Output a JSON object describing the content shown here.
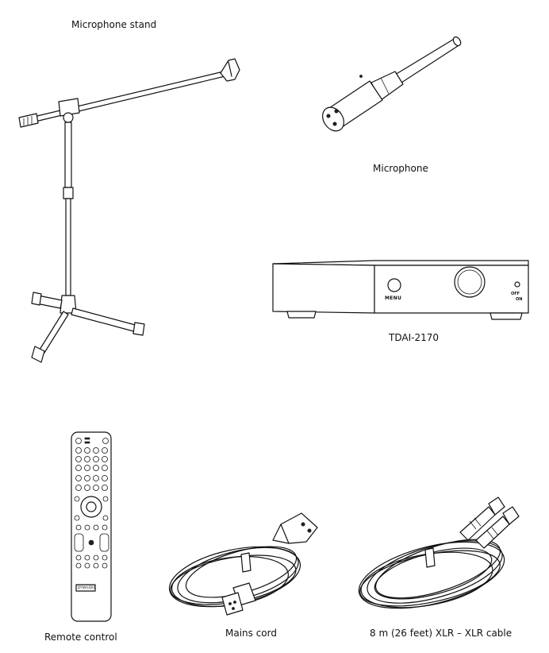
{
  "items": {
    "mic_stand": {
      "caption": "Microphone stand"
    },
    "microphone": {
      "caption": "Microphone"
    },
    "amplifier": {
      "caption": "TDAI-2170",
      "button_label": "MENU",
      "led_label_top": "OFF",
      "led_label_bottom": "ON"
    },
    "remote": {
      "caption": "Remote control",
      "logo_text": "DYNAUDIO"
    },
    "mains_cord": {
      "caption": "Mains cord"
    },
    "xlr_cable": {
      "caption": "8 m (26 feet)  XLR – XLR cable"
    }
  }
}
